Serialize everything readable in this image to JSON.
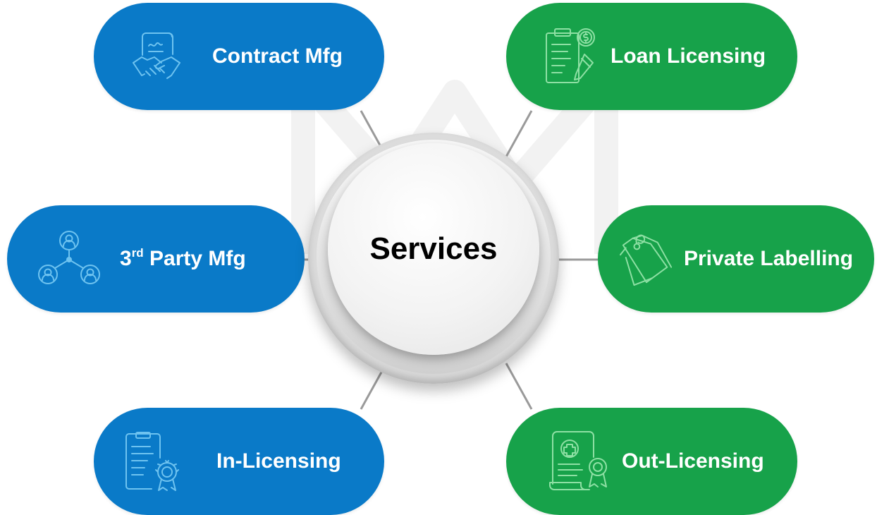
{
  "center": {
    "title": "Services"
  },
  "services": {
    "contract_mfg": {
      "label": "Contract Mfg",
      "icon": "handshake-contract-icon",
      "color": "#0a7ac8"
    },
    "loan_licensing": {
      "label": "Loan Licensing",
      "icon": "clipboard-dollar-pen-icon",
      "color": "#17a24a"
    },
    "third_party_mfg": {
      "label_prefix": "3",
      "label_sup": "rd",
      "label_suffix": " Party Mfg",
      "icon": "network-users-icon",
      "color": "#0a7ac8"
    },
    "private_labelling": {
      "label": "Private Labelling",
      "icon": "price-tags-icon",
      "color": "#17a24a"
    },
    "in_licensing": {
      "label": "In-Licensing",
      "icon": "document-certificate-icon",
      "color": "#0a7ac8"
    },
    "out_licensing": {
      "label": "Out-Licensing",
      "icon": "medical-certificate-scroll-icon",
      "color": "#17a24a"
    }
  },
  "colors": {
    "blue": "#0a7ac8",
    "green": "#17a24a",
    "icon_stroke_blue": "#6ec3f0",
    "icon_stroke_green": "#8ee0a4",
    "connector": "#9a9a9a"
  }
}
